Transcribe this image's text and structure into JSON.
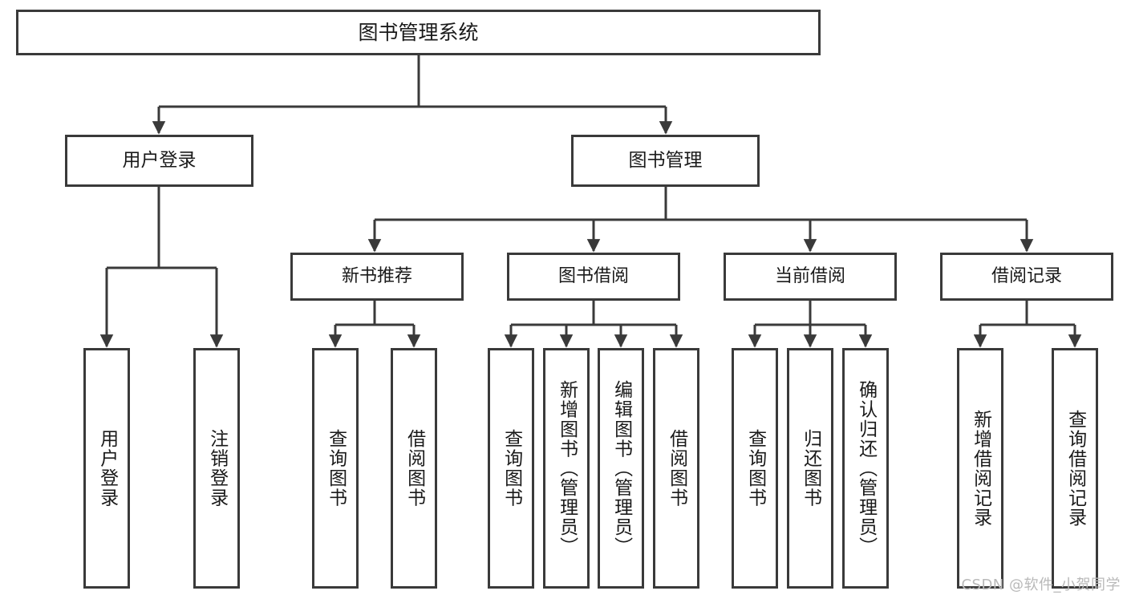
{
  "diagram": {
    "title": "图书管理系统",
    "watermark": "CSDN @软件_小贺同学",
    "colors": {
      "stroke": "#3a3a3a",
      "fill": "#ffffff",
      "text": "#1a1a1a",
      "watermark": "#b9b9b9"
    },
    "levels": {
      "root": {
        "label": "图书管理系统"
      },
      "level2": [
        {
          "label": "用户登录"
        },
        {
          "label": "图书管理"
        }
      ],
      "level3": [
        {
          "label": "新书推荐"
        },
        {
          "label": "图书借阅"
        },
        {
          "label": "当前借阅"
        },
        {
          "label": "借阅记录"
        }
      ],
      "leaves": [
        {
          "label": "用户登录",
          "parent": "用户登录"
        },
        {
          "label": "注销登录",
          "parent": "用户登录"
        },
        {
          "label": "查询图书",
          "parent": "新书推荐"
        },
        {
          "label": "借阅图书",
          "parent": "新书推荐"
        },
        {
          "label": "查询图书",
          "parent": "图书借阅"
        },
        {
          "label": "新增图书（管理员）",
          "parent": "图书借阅"
        },
        {
          "label": "编辑图书（管理员）",
          "parent": "图书借阅"
        },
        {
          "label": "借阅图书",
          "parent": "图书借阅"
        },
        {
          "label": "查询图书",
          "parent": "当前借阅"
        },
        {
          "label": "归还图书",
          "parent": "当前借阅"
        },
        {
          "label": "确认归还（管理员）",
          "parent": "当前借阅"
        },
        {
          "label": "新增借阅记录",
          "parent": "借阅记录"
        },
        {
          "label": "查询借阅记录",
          "parent": "借阅记录"
        }
      ]
    }
  }
}
